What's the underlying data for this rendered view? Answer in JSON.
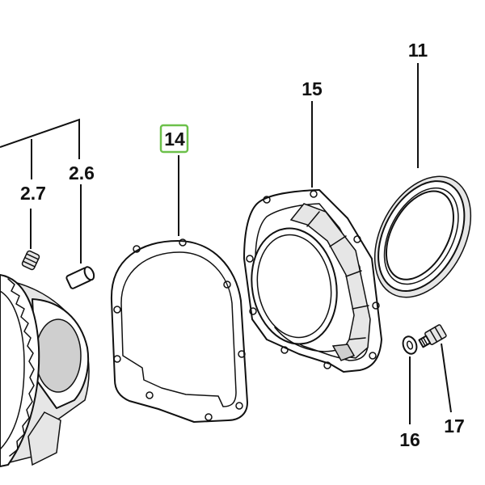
{
  "callouts": {
    "c11": "11",
    "c15": "15",
    "c14": "14",
    "c2_6": "2.6",
    "c2_7": "2.7",
    "c16": "16",
    "c17": "17"
  },
  "highlight_color": "#6cc04a",
  "highlighted_callout": "14"
}
